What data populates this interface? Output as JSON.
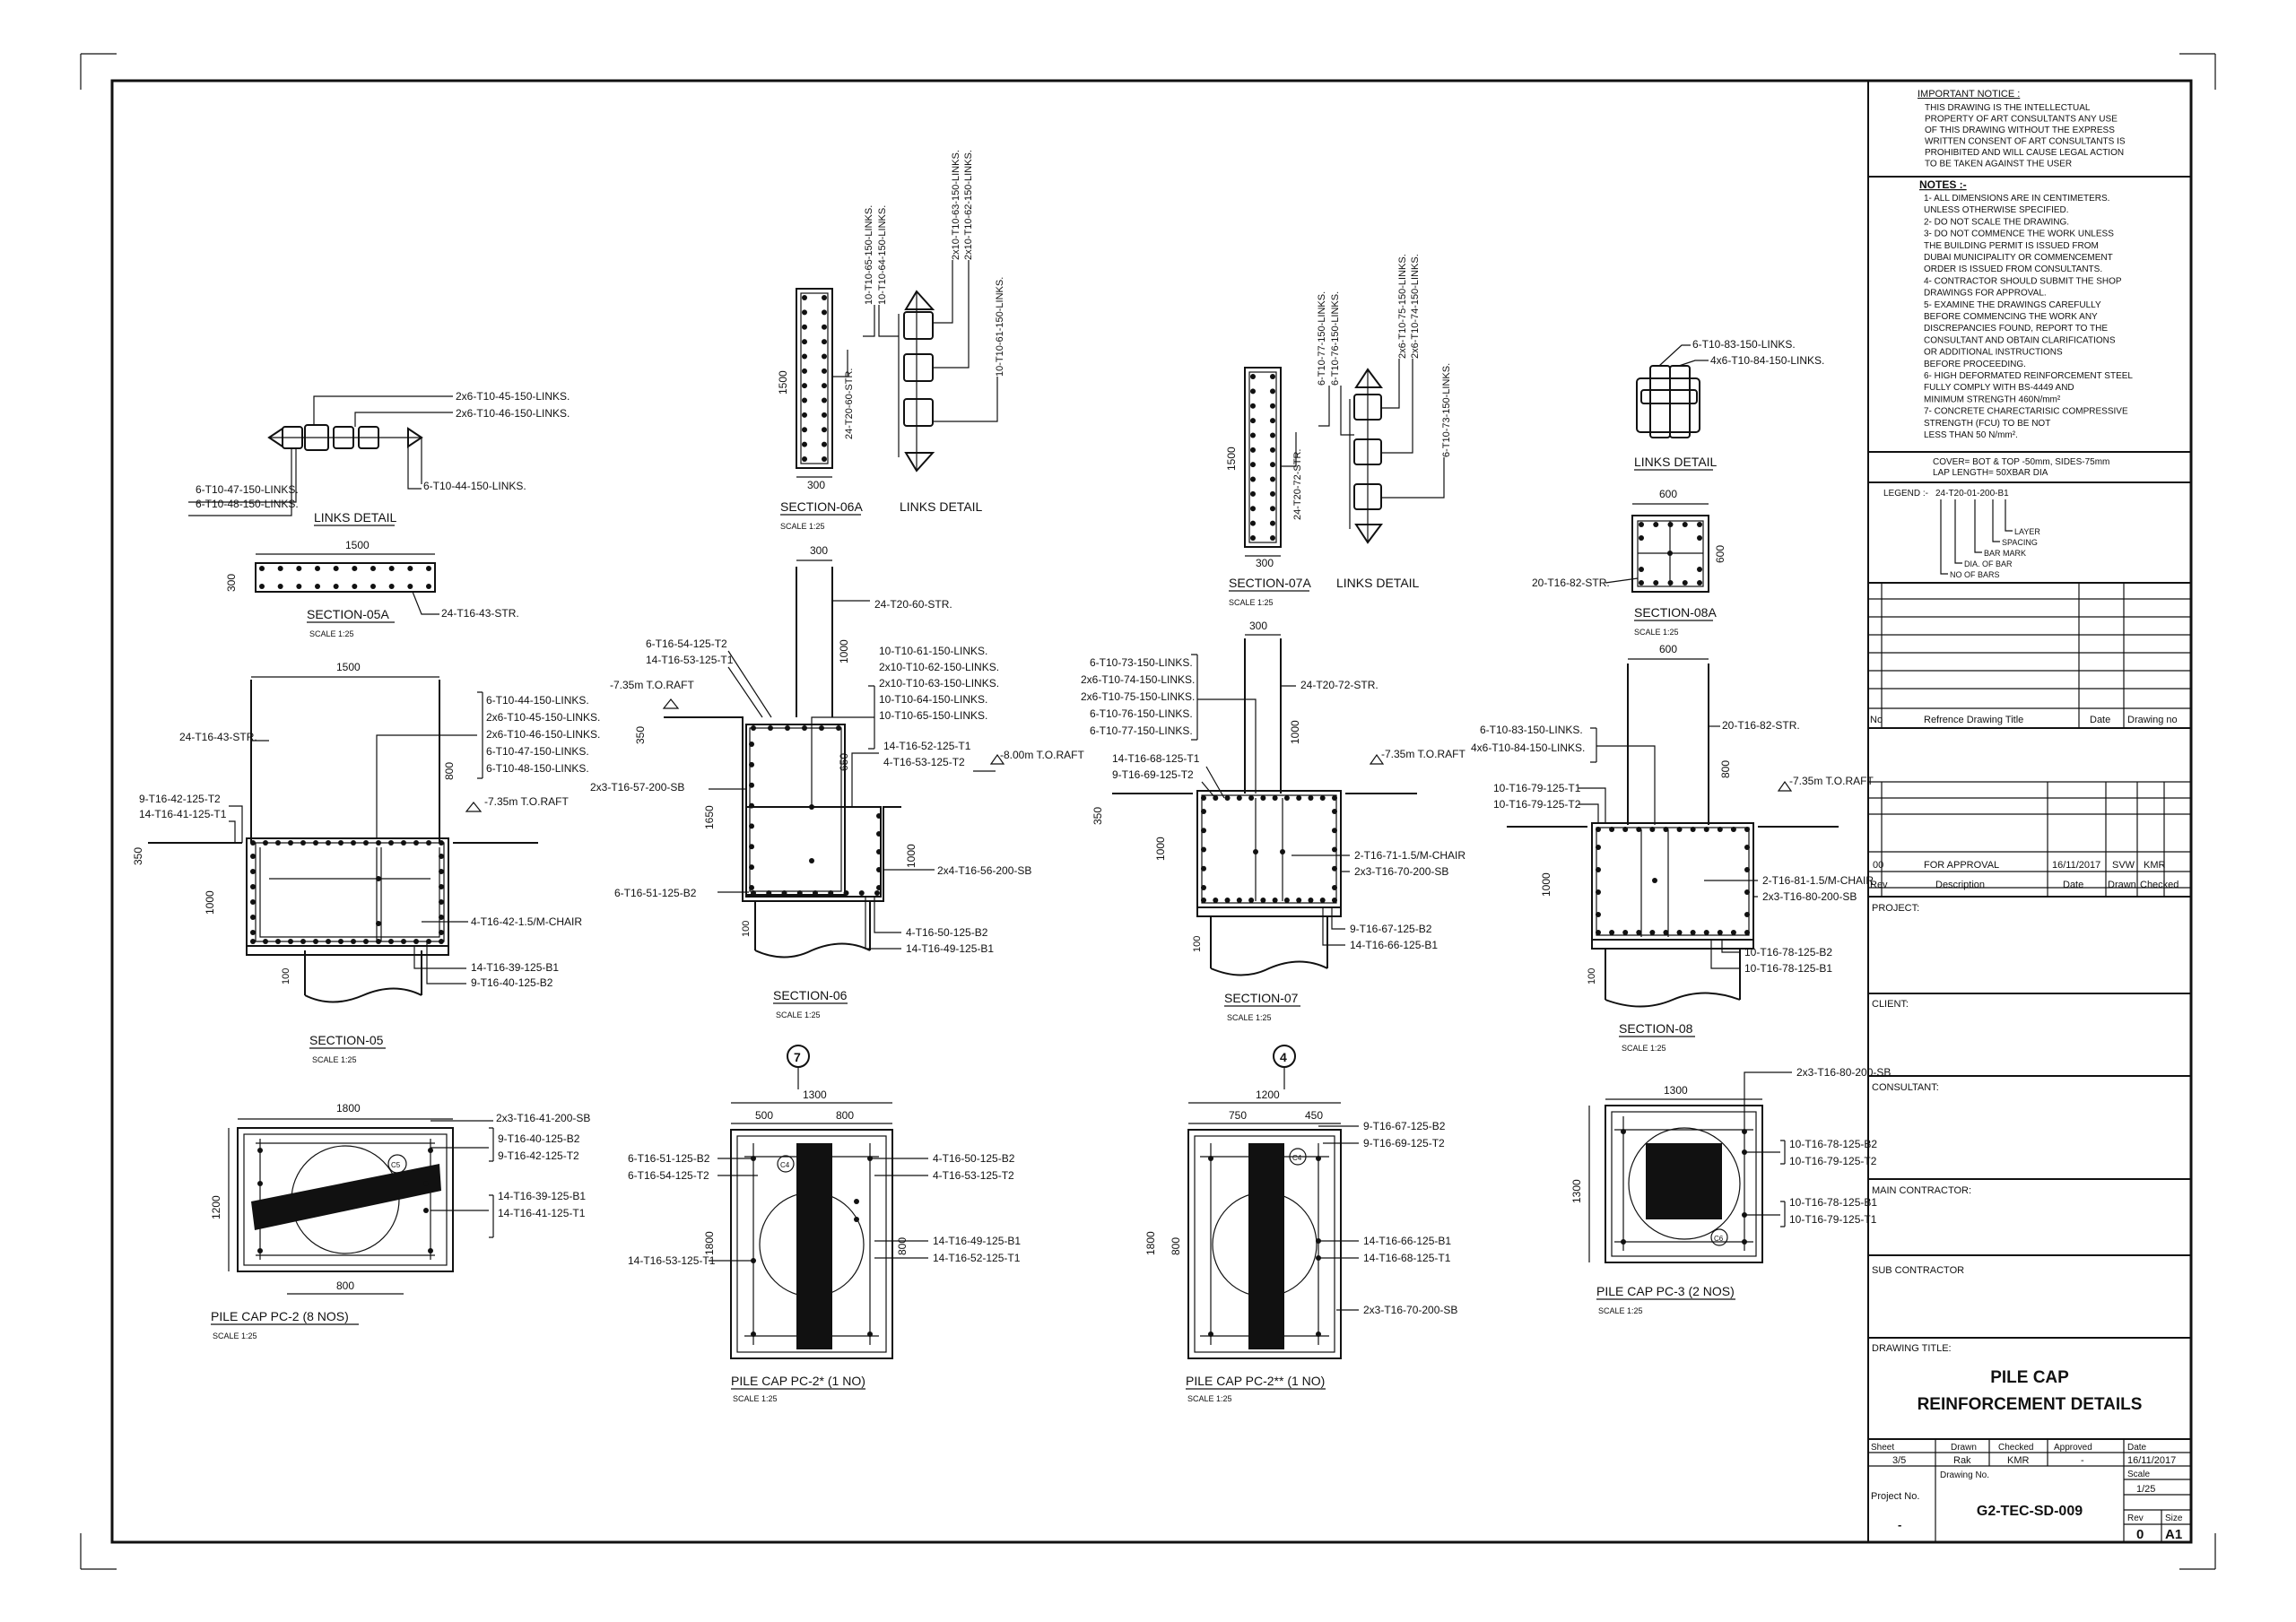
{
  "notice": {
    "heading": "IMPORTANT NOTICE :",
    "lines": [
      "THIS DRAWING IS THE INTELLECTUAL",
      "PROPERTY OF ART CONSULTANTS ANY USE",
      "OF THIS DRAWING WITHOUT THE EXPRESS",
      "WRITTEN CONSENT OF ART CONSULTANTS IS",
      "PROHIBITED AND WILL CAUSE LEGAL ACTION",
      "TO BE TAKEN AGAINST THE USER"
    ]
  },
  "notes": {
    "heading": "NOTES :-",
    "lines": [
      "1- ALL DIMENSIONS ARE IN CENTIMETERS.",
      "   UNLESS OTHERWISE SPECIFIED.",
      "2- DO NOT SCALE THE DRAWING.",
      "3- DO NOT COMMENCE THE WORK UNLESS",
      "   THE BUILDING PERMIT IS ISSUED FROM",
      "   DUBAI MUNICIPALITY OR COMMENCEMENT",
      "   ORDER IS ISSUED FROM CONSULTANTS.",
      "4- CONTRACTOR SHOULD SUBMIT THE SHOP",
      "   DRAWINGS FOR APPROVAL.",
      "5- EXAMINE THE DRAWINGS CAREFULLY",
      "   BEFORE COMMENCING THE WORK ANY",
      "   DISCREPANCIES FOUND, REPORT TO THE",
      "   CONSULTANT AND OBTAIN CLARIFICATIONS",
      "   OR ADDITIONAL INSTRUCTIONS",
      "   BEFORE PROCEEDING.",
      "6- HIGH DEFORMATED REINFORCEMENT STEEL",
      "   FULLY COMPLY WITH BS-4449 AND",
      "   MINIMUM STRENGTH 460N/mm²",
      "7- CONCRETE CHARECTARISIC COMPRESSIVE",
      "   STRENGTH (FCU) TO BE NOT",
      "   LESS THAN 50 N/mm²."
    ]
  },
  "cover": {
    "line1": "COVER= BOT & TOP -50mm, SIDES-75mm",
    "line2": "LAP LENGTH= 50XBAR DIA"
  },
  "legend": {
    "label": "LEGEND :-",
    "code": "24-T20-01-200-B1",
    "items": [
      "LAYER",
      "SPACING",
      "BAR MARK",
      "DIA. OF BAR",
      "NO OF BARS"
    ]
  },
  "ref_table": {
    "no": "No",
    "title": "Refrence Drawing Title",
    "date": "Date",
    "drawing_no": "Drawing no"
  },
  "rev_table": {
    "row": {
      "rev": "00",
      "desc": "FOR APPROVAL",
      "date": "16/11/2017",
      "drawn": "SVW",
      "checked": "KMR"
    },
    "header": {
      "rev": "Rev",
      "desc": "Description",
      "date": "Date",
      "drawn": "Drawn",
      "checked": "Checked"
    }
  },
  "blocks": {
    "project": "PROJECT:",
    "client": "CLIENT:",
    "consultant": "CONSULTANT:",
    "main_contractor": "MAIN CONTRACTOR:",
    "sub_contractor": "SUB CONTRACTOR"
  },
  "drawing_title": {
    "label": "DRAWING TITLE:",
    "line1": "PILE CAP",
    "line2": "REINFORCEMENT DETAILS"
  },
  "title_block": {
    "sheet_label": "Sheet",
    "sheet": "3/5",
    "drawn_label": "Drawn",
    "drawn": "Rak",
    "checked_label": "Checked",
    "checked": "KMR",
    "approved_label": "Approved",
    "approved": "-",
    "date_label": "Date",
    "date": "16/11/2017",
    "project_no_label": "Project No.",
    "project_no": "-",
    "drawing_no_label": "Drawing No.",
    "drawing_no": "G2-TEC-SD-009",
    "scale_label": "Scale",
    "scale": "1/25",
    "rev_label": "Rev",
    "rev": "0",
    "size_label": "Size",
    "size": "A1"
  },
  "drawings": {
    "links05": {
      "title": "LINKS DETAIL",
      "labels": [
        "2x6-T10-45-150-LINKS.",
        "2x6-T10-46-150-LINKS.",
        "6-T10-47-150-LINKS.",
        "6-T10-48-150-LINKS.",
        "6-T10-44-150-LINKS."
      ]
    },
    "sec05a": {
      "title": "SECTION-05A",
      "scale": "SCALE 1:25",
      "dims": [
        "1500",
        "300"
      ],
      "labels": [
        "24-T16-43-STR."
      ]
    },
    "sec05": {
      "title": "SECTION-05",
      "scale": "SCALE 1:25",
      "dims": [
        "1500",
        "800",
        "350",
        "1000",
        "100"
      ],
      "labels": [
        "24-T16-43-STR.",
        "9-T16-42-125-T2",
        "14-T16-41-125-T1",
        "6-T10-44-150-LINKS.",
        "2x6-T10-45-150-LINKS.",
        "2x6-T10-46-150-LINKS.",
        "6-T10-47-150-LINKS.",
        "6-T10-48-150-LINKS.",
        "-7.35m T.O.RAFT",
        "4-T16-42-1.5/M-CHAIR",
        "14-T16-39-125-B1",
        "9-T16-40-125-B2"
      ]
    },
    "sec06a": {
      "title": "SECTION-06A",
      "scale": "SCALE 1:25",
      "dims": [
        "1500",
        "300"
      ],
      "labels": [
        "24-T20-60-STR."
      ]
    },
    "links06": {
      "title": "LINKS DETAIL",
      "labels": [
        "10-T10-65-150-LINKS.",
        "10-T10-64-150-LINKS.",
        "2x10-T10-63-150-LINKS.",
        "2x10-T10-62-150-LINKS.",
        "10-T10-61-150-LINKS."
      ]
    },
    "sec06": {
      "title": "SECTION-06",
      "scale": "SCALE 1:25",
      "dims": [
        "300",
        "1000",
        "350",
        "650",
        "1650",
        "1000",
        "100"
      ],
      "labels": [
        "24-T20-60-STR.",
        "6-T16-54-125-T2",
        "14-T16-53-125-T1",
        "-7.35m T.O.RAFT",
        "10-T10-61-150-LINKS.",
        "2x10-T10-62-150-LINKS.",
        "2x10-T10-63-150-LINKS.",
        "10-T10-64-150-LINKS.",
        "10-T10-65-150-LINKS.",
        "14-T16-52-125-T1",
        "4-T16-53-125-T2",
        "-8.00m T.O.RAFT",
        "2x3-T16-57-200-SB",
        "2x4-T16-56-200-SB",
        "6-T16-51-125-B2",
        "4-T16-50-125-B2",
        "14-T16-49-125-B1"
      ]
    },
    "sec07a": {
      "title": "SECTION-07A",
      "scale": "SCALE 1:25",
      "dims": [
        "1500",
        "300"
      ],
      "labels": [
        "24-T20-72-STR."
      ]
    },
    "links07": {
      "title": "LINKS DETAIL",
      "labels": [
        "6-T10-77-150-LINKS.",
        "6-T10-76-150-LINKS.",
        "2x6-T10-75-150-LINKS.",
        "2x6-T10-74-150-LINKS.",
        "6-T10-73-150-LINKS."
      ]
    },
    "sec07": {
      "title": "SECTION-07",
      "scale": "SCALE 1:25",
      "dims": [
        "300",
        "1000",
        "350",
        "1000",
        "100"
      ],
      "labels": [
        "6-T10-73-150-LINKS.",
        "2x6-T10-74-150-LINKS.",
        "2x6-T10-75-150-LINKS.",
        "6-T10-76-150-LINKS.",
        "6-T10-77-150-LINKS.",
        "24-T20-72-STR.",
        "-7.35m T.O.RAFT",
        "14-T16-68-125-T1",
        "9-T16-69-125-T2",
        "2-T16-71-1.5/M-CHAIR",
        "2x3-T16-70-200-SB",
        "9-T16-67-125-B2",
        "14-T16-66-125-B1"
      ]
    },
    "links08": {
      "title": "LINKS DETAIL",
      "labels": [
        "6-T10-83-150-LINKS.",
        "4x6-T10-84-150-LINKS."
      ]
    },
    "sec08a": {
      "title": "SECTION-08A",
      "scale": "SCALE 1:25",
      "dims": [
        "600",
        "600"
      ],
      "labels": [
        "20-T16-82-STR."
      ]
    },
    "sec08": {
      "title": "SECTION-08",
      "scale": "SCALE 1:25",
      "dims": [
        "600",
        "800",
        "1000",
        "100"
      ],
      "labels": [
        "6-T10-83-150-LINKS.",
        "4x6-T10-84-150-LINKS.",
        "20-T16-82-STR.",
        "-7.35m T.O.RAFT",
        "10-T16-79-125-T1",
        "10-T16-79-125-T2",
        "2-T16-81-1.5/M-CHAIR",
        "2x3-T16-80-200-SB",
        "10-T16-78-125-B2",
        "10-T16-78-125-B1"
      ]
    },
    "pc2": {
      "title": "PILE CAP PC-2 (8 NOS)",
      "scale": "SCALE 1:25",
      "dims": [
        "1800",
        "1200",
        "800"
      ],
      "tag": "C5",
      "labels": [
        "2x3-T16-41-200-SB",
        "9-T16-40-125-B2",
        "9-T16-42-125-T2",
        "14-T16-39-125-B1",
        "14-T16-41-125-T1"
      ]
    },
    "pc2s": {
      "title": "PILE CAP PC-2* (1 NO)",
      "scale": "SCALE 1:25",
      "dims": [
        "1300",
        "500",
        "800",
        "1800",
        "800"
      ],
      "grid": "7",
      "tag": "C4",
      "labels": [
        "6-T16-51-125-B2",
        "6-T16-54-125-T2",
        "14-T16-53-125-T1",
        "4-T16-50-125-B2",
        "4-T16-53-125-T2",
        "14-T16-49-125-B1",
        "14-T16-52-125-T1"
      ]
    },
    "pc2ss": {
      "title": "PILE CAP PC-2** (1 NO)",
      "scale": "SCALE 1:25",
      "dims": [
        "1200",
        "750",
        "450",
        "1800",
        "800"
      ],
      "grid": "4",
      "tag": "C4",
      "labels": [
        "9-T16-67-125-B2",
        "9-T16-69-125-T2",
        "14-T16-66-125-B1",
        "14-T16-68-125-T1",
        "2x3-T16-70-200-SB"
      ]
    },
    "pc3": {
      "title": "PILE CAP PC-3 (2 NOS)",
      "scale": "SCALE 1:25",
      "dims": [
        "1300",
        "1300"
      ],
      "tag": "C6",
      "labels": [
        "2x3-T16-80-200-SB",
        "10-T16-78-125-B2",
        "10-T16-79-125-T2",
        "10-T16-78-125-B1",
        "10-T16-79-125-T1"
      ]
    }
  }
}
